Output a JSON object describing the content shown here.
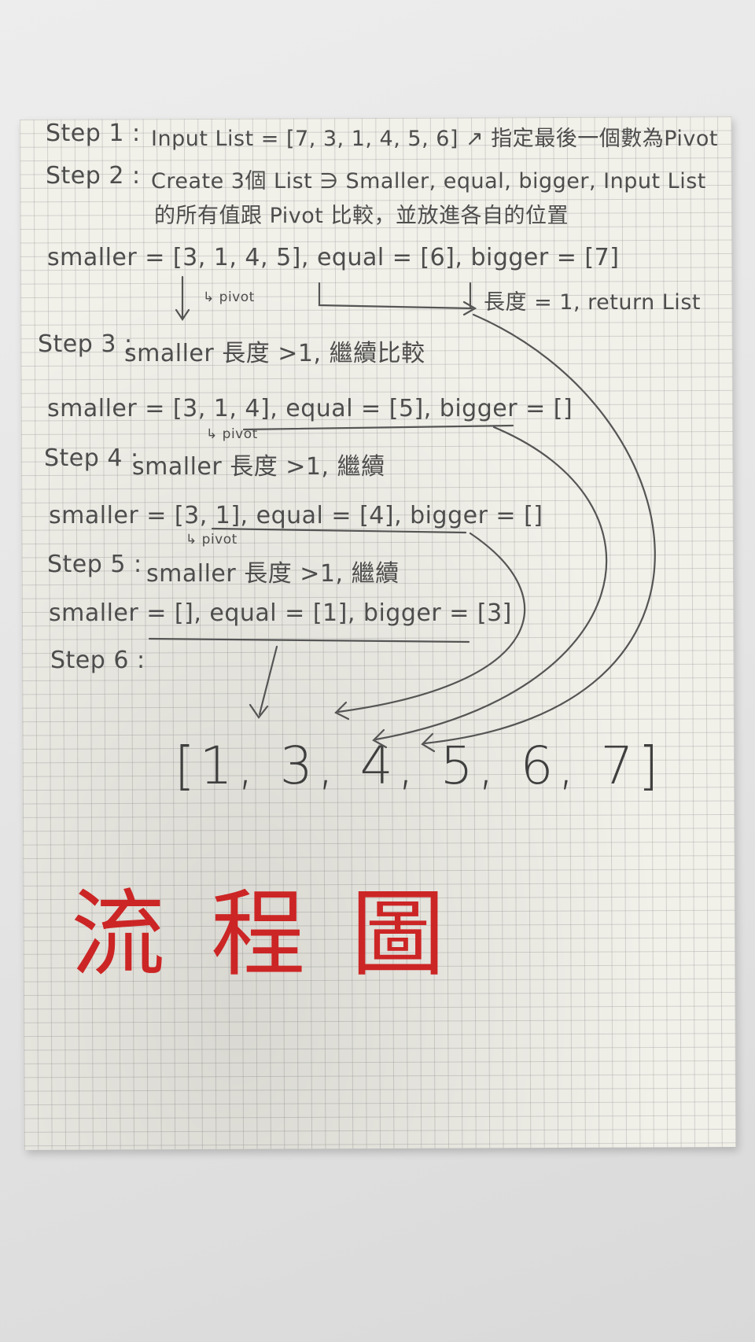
{
  "steps": [
    {
      "label": "Step 1 :",
      "text": "Input List = [7, 3, 1, 4, 5, 6] ↗ 指定最後一個數為Pivot"
    },
    {
      "label": "Step 2 :",
      "text": "Create 3個 List ∋ Smaller, equal, bigger, Input List"
    },
    {
      "label": "",
      "text": "的所有值跟 Pivot 比較，並放進各自的位置"
    },
    {
      "label": "Step 3 :",
      "text": "smaller 長度 >1, 繼續比較"
    },
    {
      "label": "Step 4 :",
      "text": "smaller 長度 >1, 繼續"
    },
    {
      "label": "Step 5 :",
      "text": "smaller 長度 >1, 繼續"
    },
    {
      "label": "Step 6 :",
      "text": ""
    }
  ],
  "partitions": [
    "smaller = [3, 1, 4, 5], equal = [6], bigger = [7]",
    "smaller = [3, 1, 4], equal = [5], bigger = []",
    "smaller = [3, 1], equal = [4], bigger = []",
    "smaller = [], equal = [1], bigger = [3]"
  ],
  "pivot_note": "↳ pivot",
  "length_note": "長度 = 1, return List",
  "result": "[1, 3, 4, 5, 6, 7]",
  "title": "流程圖",
  "colors": {
    "pencil": "#4d4d4d",
    "title_red": "#cc2525",
    "paper": "#f1f0e9"
  }
}
